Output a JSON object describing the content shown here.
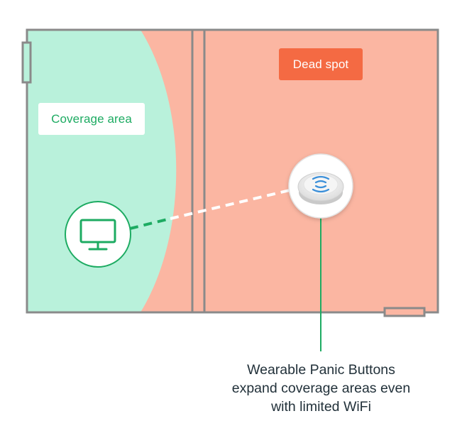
{
  "labels": {
    "coverage": "Coverage area",
    "dead_spot": "Dead spot"
  },
  "caption": [
    "Wearable Panic Buttons",
    "expand coverage areas even",
    "with limited WiFi"
  ],
  "icons": {
    "device": "monitor-icon",
    "panic_button": "panic-button-icon",
    "signal": "wifi-signal-icon"
  },
  "colors": {
    "coverage_fill": "#b9f1db",
    "dead_spot_fill": "#fbb6a2",
    "wall": "#8a8a8a",
    "accent_green": "#1dab62",
    "dead_spot_badge": "#f46a43",
    "wifi_blue": "#3a8fd9"
  }
}
